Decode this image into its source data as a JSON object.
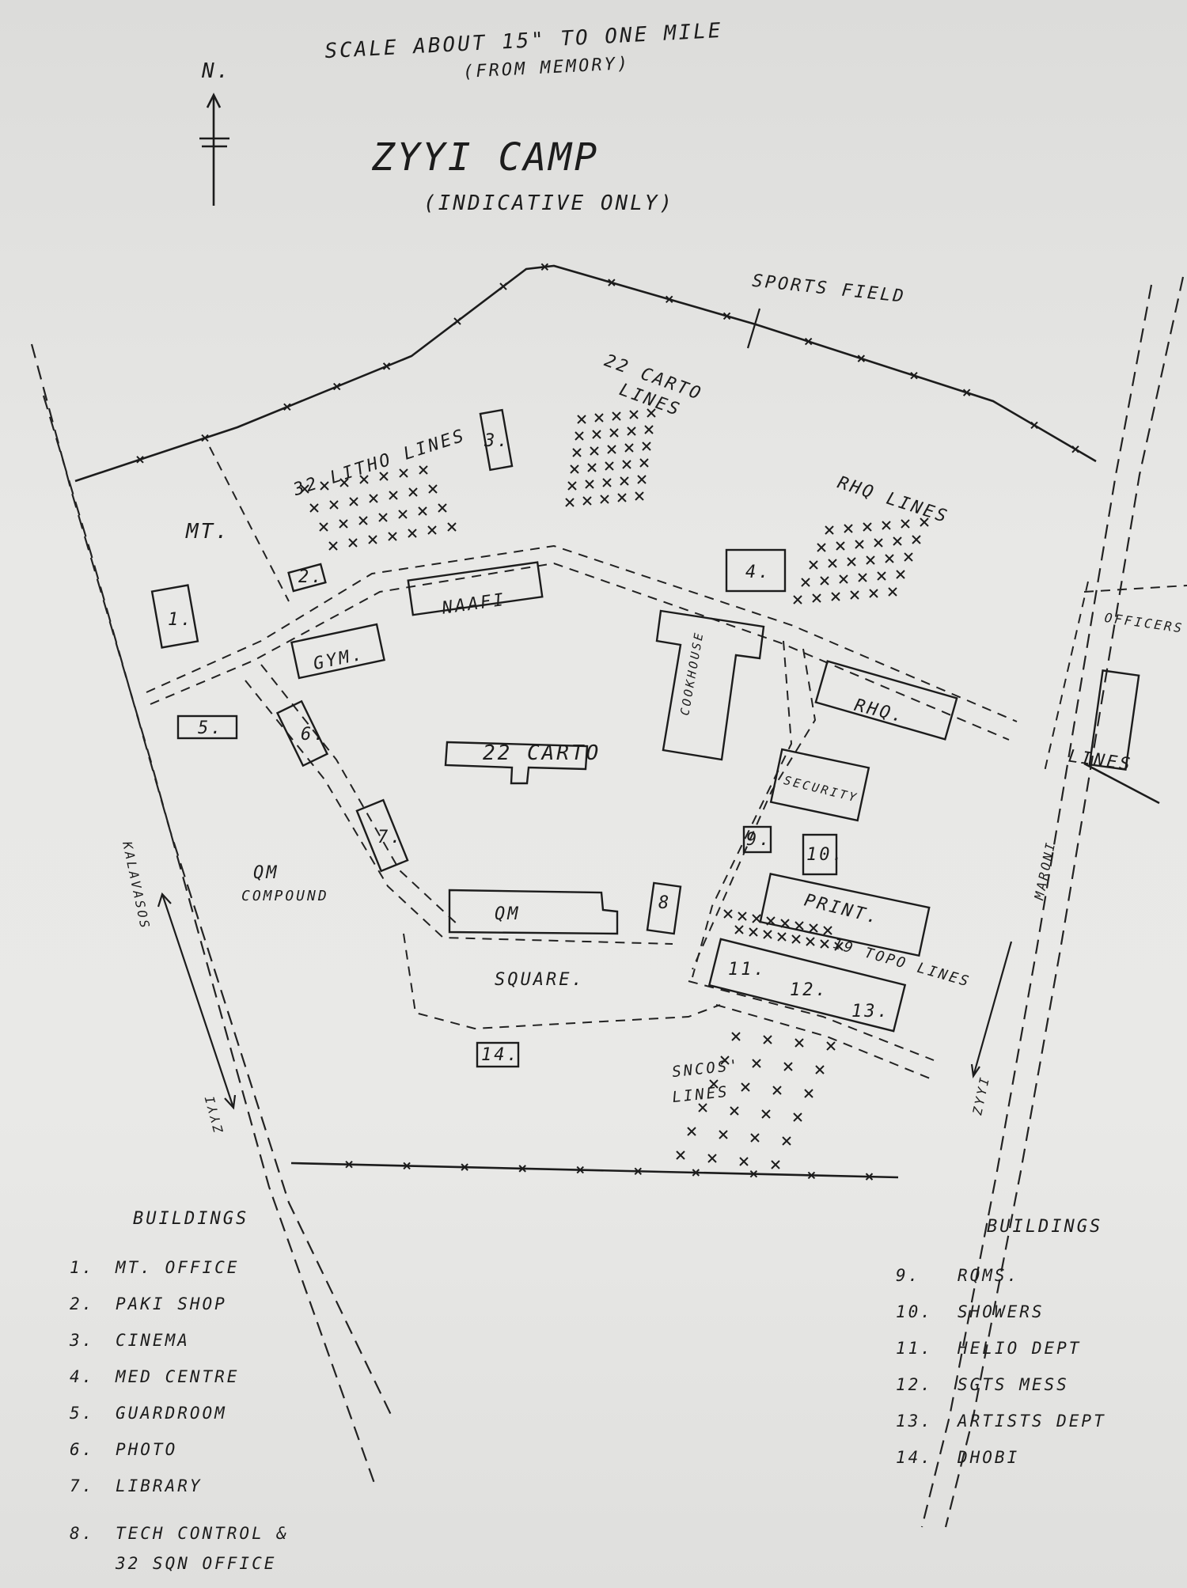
{
  "title": {
    "scale_line": "SCALE ABOUT 15\" TO ONE MILE",
    "scale_note": "(FROM MEMORY)",
    "camp_name": "ZYYI CAMP",
    "camp_note": "(INDICATIVE ONLY)",
    "north_label": "N."
  },
  "map_labels": {
    "sports_field": "SPORTS FIELD",
    "litho_lines": "32 LITHO LINES",
    "carto_lines_1": "22 CARTO",
    "carto_lines_2": "LINES",
    "rhq_lines": "RHQ LINES",
    "mt": "MT.",
    "naafi": "NAAFI",
    "gym": "GYM.",
    "cookhouse": "COOKHOUSE",
    "rhq": "RHQ.",
    "carto_22": "22 CARTO",
    "security": "SECURITY",
    "officers_1": "OFFICERS",
    "officers_2": "LINES",
    "qm_compound_1": "QM",
    "qm_compound_2": "COMPOUND",
    "qm": "QM",
    "print": "PRINT.",
    "topo_lines": "19 TOPO LINES",
    "square": "SQUARE.",
    "sncos_1": "SNCOS'",
    "sncos_2": "LINES",
    "kalavasos": "KALAVASOS",
    "maroni": "MARONI",
    "zyyi_left": "ZYYI",
    "zyyi_right": "ZYYI"
  },
  "building_numbers": [
    "1.",
    "2.",
    "3.",
    "4.",
    "5.",
    "6.",
    "7.",
    "8",
    "9.",
    "10.",
    "11.",
    "12.",
    "13.",
    "14."
  ],
  "legend_left": {
    "heading": "BUILDINGS",
    "items": [
      {
        "num": "1.",
        "name": "MT. OFFICE"
      },
      {
        "num": "2.",
        "name": "PAKI SHOP"
      },
      {
        "num": "3.",
        "name": "CINEMA"
      },
      {
        "num": "4.",
        "name": "MED CENTRE"
      },
      {
        "num": "5.",
        "name": "GUARDROOM"
      },
      {
        "num": "6.",
        "name": "PHOTO"
      },
      {
        "num": "7.",
        "name": "LIBRARY"
      },
      {
        "num": "8.",
        "name": "TECH CONTROL &",
        "name2": "32 SQN OFFICE"
      }
    ]
  },
  "legend_right": {
    "heading": "BUILDINGS",
    "items": [
      {
        "num": "9.",
        "name": "RQMS."
      },
      {
        "num": "10.",
        "name": "SHOWERS"
      },
      {
        "num": "11.",
        "name": "HELIO DEPT"
      },
      {
        "num": "12.",
        "name": "SGTS MESS"
      },
      {
        "num": "13.",
        "name": "ARTISTS DEPT"
      },
      {
        "num": "14.",
        "name": "DHOBI"
      }
    ]
  }
}
